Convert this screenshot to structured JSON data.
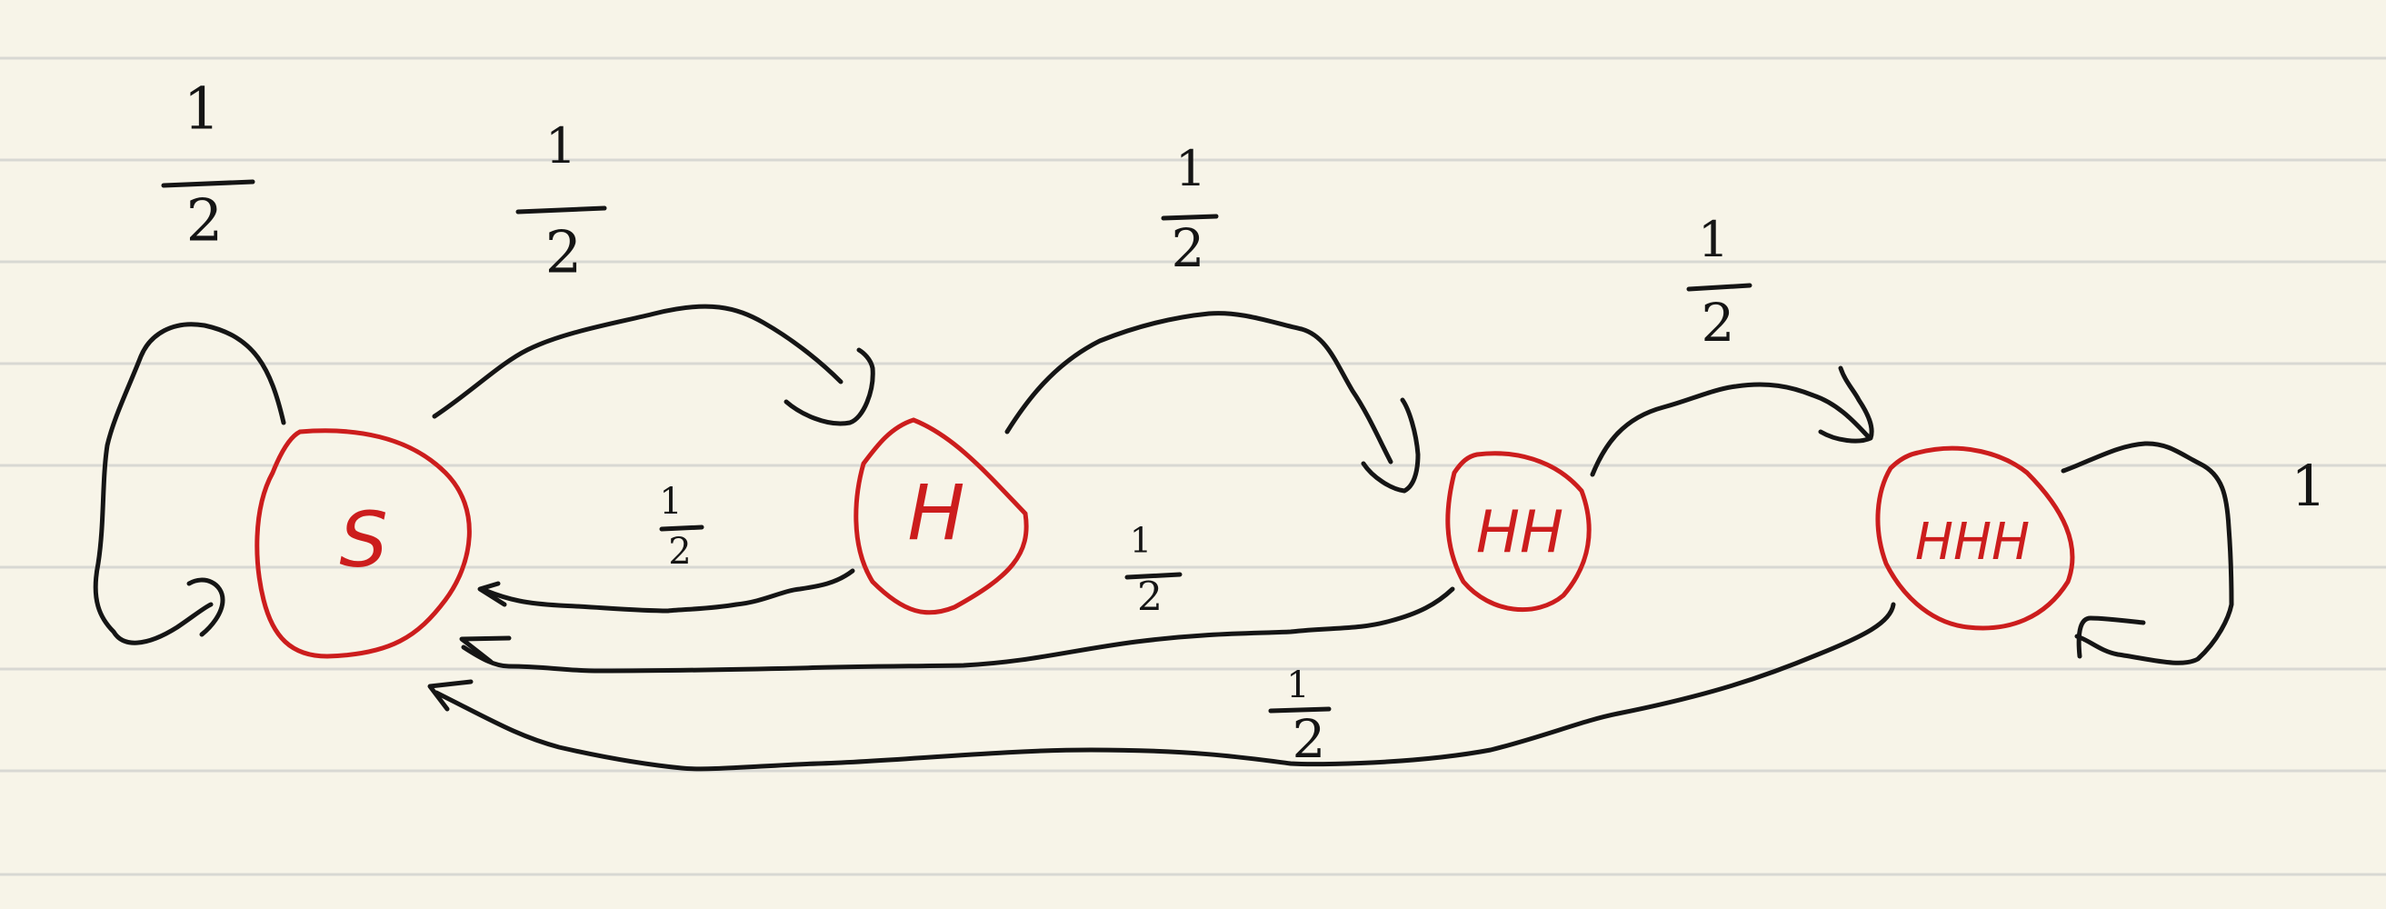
{
  "colors": {
    "paper": "#f7f4e8",
    "rule_line": "#d8d8d3",
    "ink": "#151515",
    "state": "#cc1d1d"
  },
  "states": {
    "s": "S",
    "h": "H",
    "hh": "HH",
    "hhh": "HHH"
  },
  "transitions": {
    "s_self": {
      "num": "1",
      "den": "2"
    },
    "s_to_h": {
      "num": "1",
      "den": "2"
    },
    "h_to_hh": {
      "num": "1",
      "den": "2"
    },
    "hh_to_hhh": {
      "num": "1",
      "den": "2"
    },
    "h_to_s": {
      "num": "1",
      "den": "2"
    },
    "hh_to_s": {
      "num": "1",
      "den": "2"
    },
    "hhh_to_s": {
      "num": "1",
      "den": "2"
    },
    "hhh_self": {
      "num": "1"
    }
  }
}
